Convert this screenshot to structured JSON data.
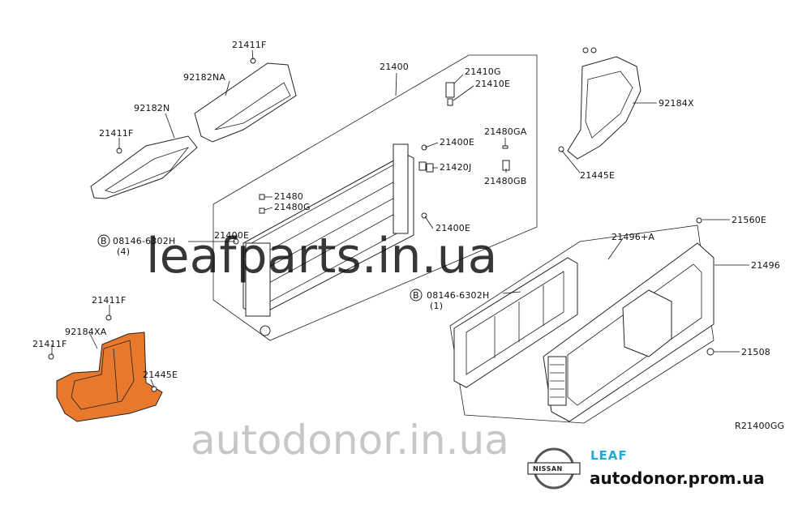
{
  "labels": {
    "p21411F_a": "21411F",
    "p92182NA": "92182NA",
    "p92182N": "92182N",
    "p21411F_b": "21411F",
    "p21400": "21400",
    "p21410G": "21410G",
    "p21410E": "21410E",
    "p21400E_a": "21400E",
    "p21480GA": "21480GA",
    "p21420J": "21420J",
    "p21480GB": "21480GB",
    "p21480": "21480",
    "p21480G": "21480G",
    "p21400E_b": "21400E",
    "p21400E_c": "21400E",
    "p08146_a": "08146-6302H",
    "p08146_a_qty": "(4)",
    "p92184X": "92184X",
    "p21445E_a": "21445E",
    "p21560E": "21560E",
    "p21496A": "21496+A",
    "p21496": "21496",
    "p08146_b": "08146-6302H",
    "p08146_b_qty": "(1)",
    "p21508": "21508",
    "p21411F_c": "21411F",
    "p92184XA": "92184XA",
    "p21411F_d": "21411F",
    "p21445E_b": "21445E",
    "bolt_marker": "B",
    "ref_code": "R21400GG"
  },
  "watermarks": {
    "main": "leafparts.in.ua",
    "secondary": "autodonor.in.ua"
  },
  "branding": {
    "model_logo": "LEAF",
    "maker_logo": "NISSAN",
    "shop": "autodonor.prom.ua"
  },
  "colors": {
    "highlight_part": "#e8782c",
    "leaf_logo": "#25a7d6"
  }
}
